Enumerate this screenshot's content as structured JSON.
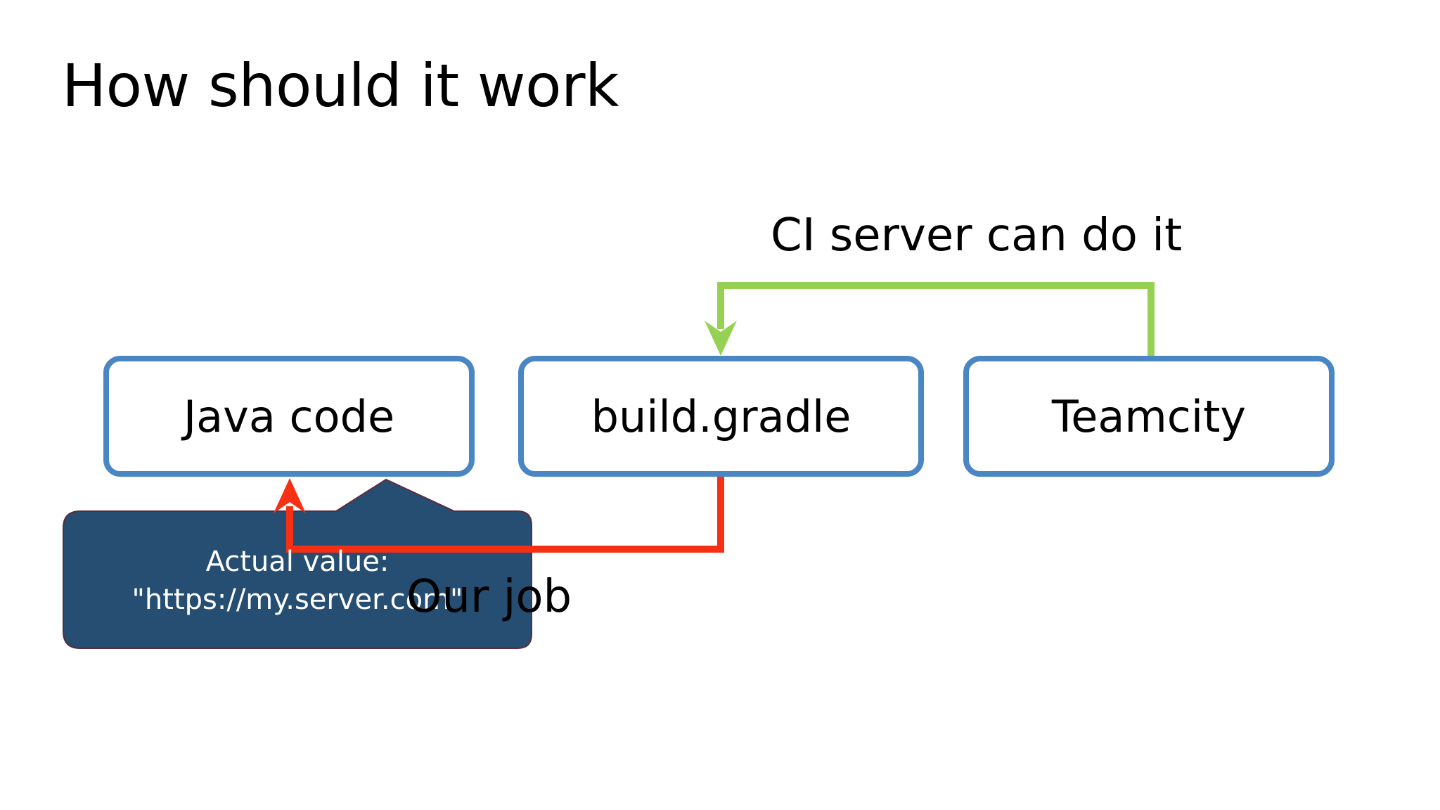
{
  "slide": {
    "title": "How should it work"
  },
  "nodes": {
    "java": "Java code",
    "gradle": "build.gradle",
    "teamcity": "Teamcity"
  },
  "labels": {
    "ci_server": "CI server can do it",
    "our_job": "Our job"
  },
  "callout": {
    "line1": "Actual value:",
    "line2": "\"https://my.server.com\""
  },
  "colors": {
    "box_border": "#4a86c4",
    "green_arrow": "#97d154",
    "red_arrow": "#f53014",
    "callout_fill": "#264e72"
  }
}
